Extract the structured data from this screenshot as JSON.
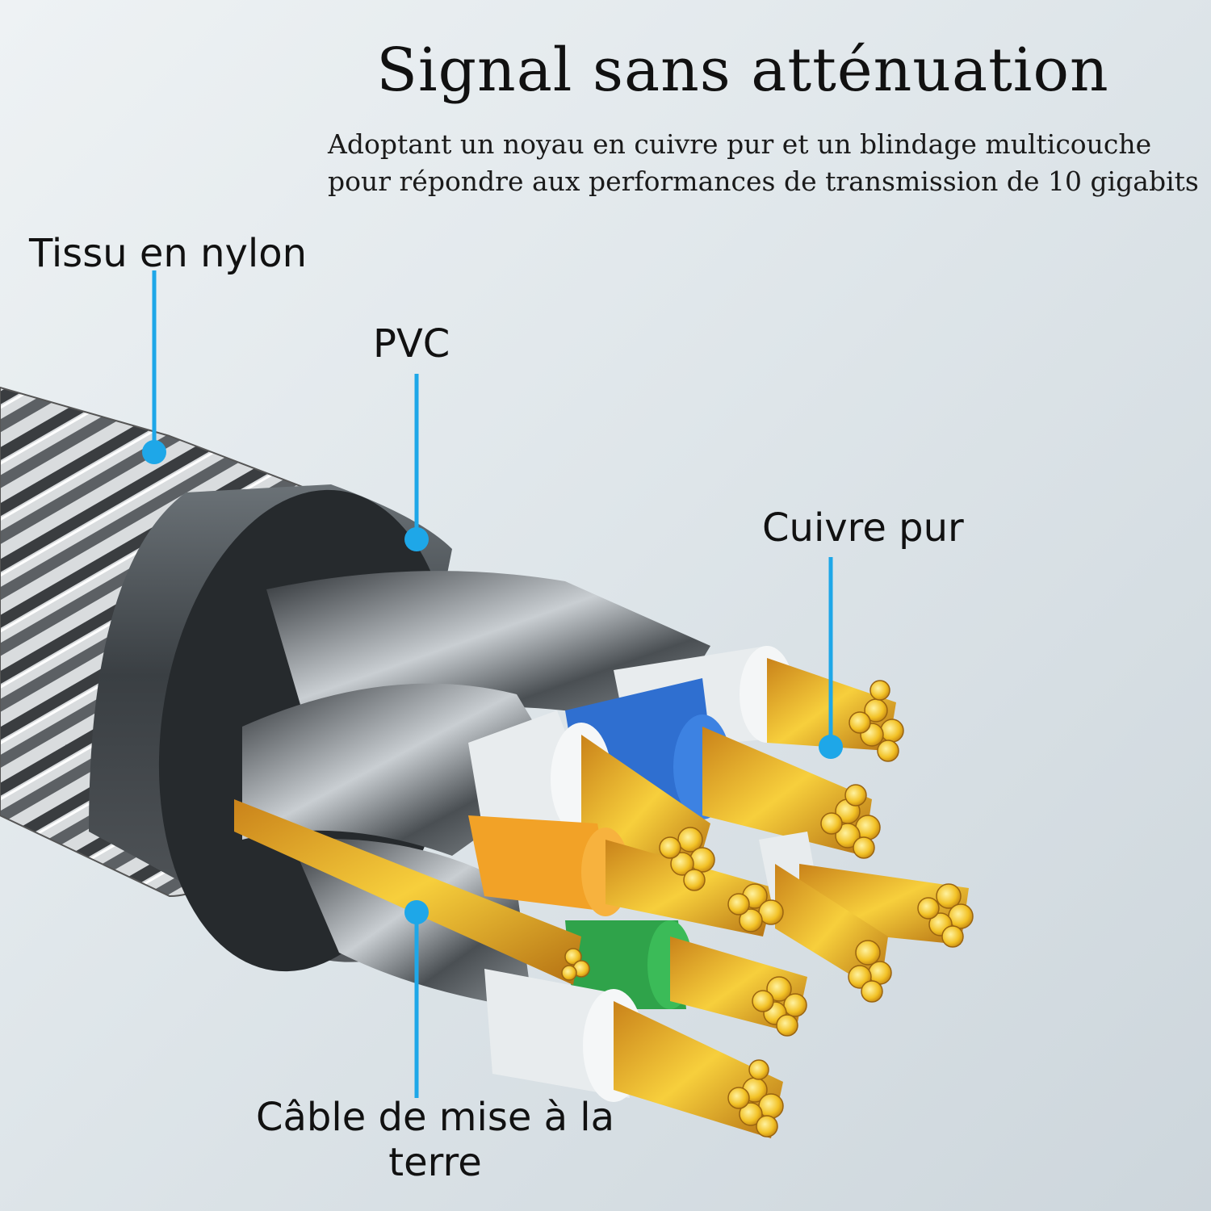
{
  "header": {
    "title": "Signal sans atténuation",
    "subtitle_line1": "Adoptant un noyau en cuivre pur et un blindage multicouche",
    "subtitle_line2": "pour répondre aux performances de transmission de 10 gigabits"
  },
  "callouts": {
    "nylon": "Tissu en nylon",
    "pvc": "PVC",
    "copper": "Cuivre pur",
    "ground_line1": "Câble de mise à la",
    "ground_line2": "terre"
  },
  "colors": {
    "accent": "#1ea7e8",
    "copper": "#e6a81e",
    "pvc": "#4a5055",
    "insulation_white": "#e8ecee",
    "insulation_blue": "#2f6fd0",
    "insulation_orange": "#f2a227",
    "insulation_green": "#2fa34a"
  }
}
